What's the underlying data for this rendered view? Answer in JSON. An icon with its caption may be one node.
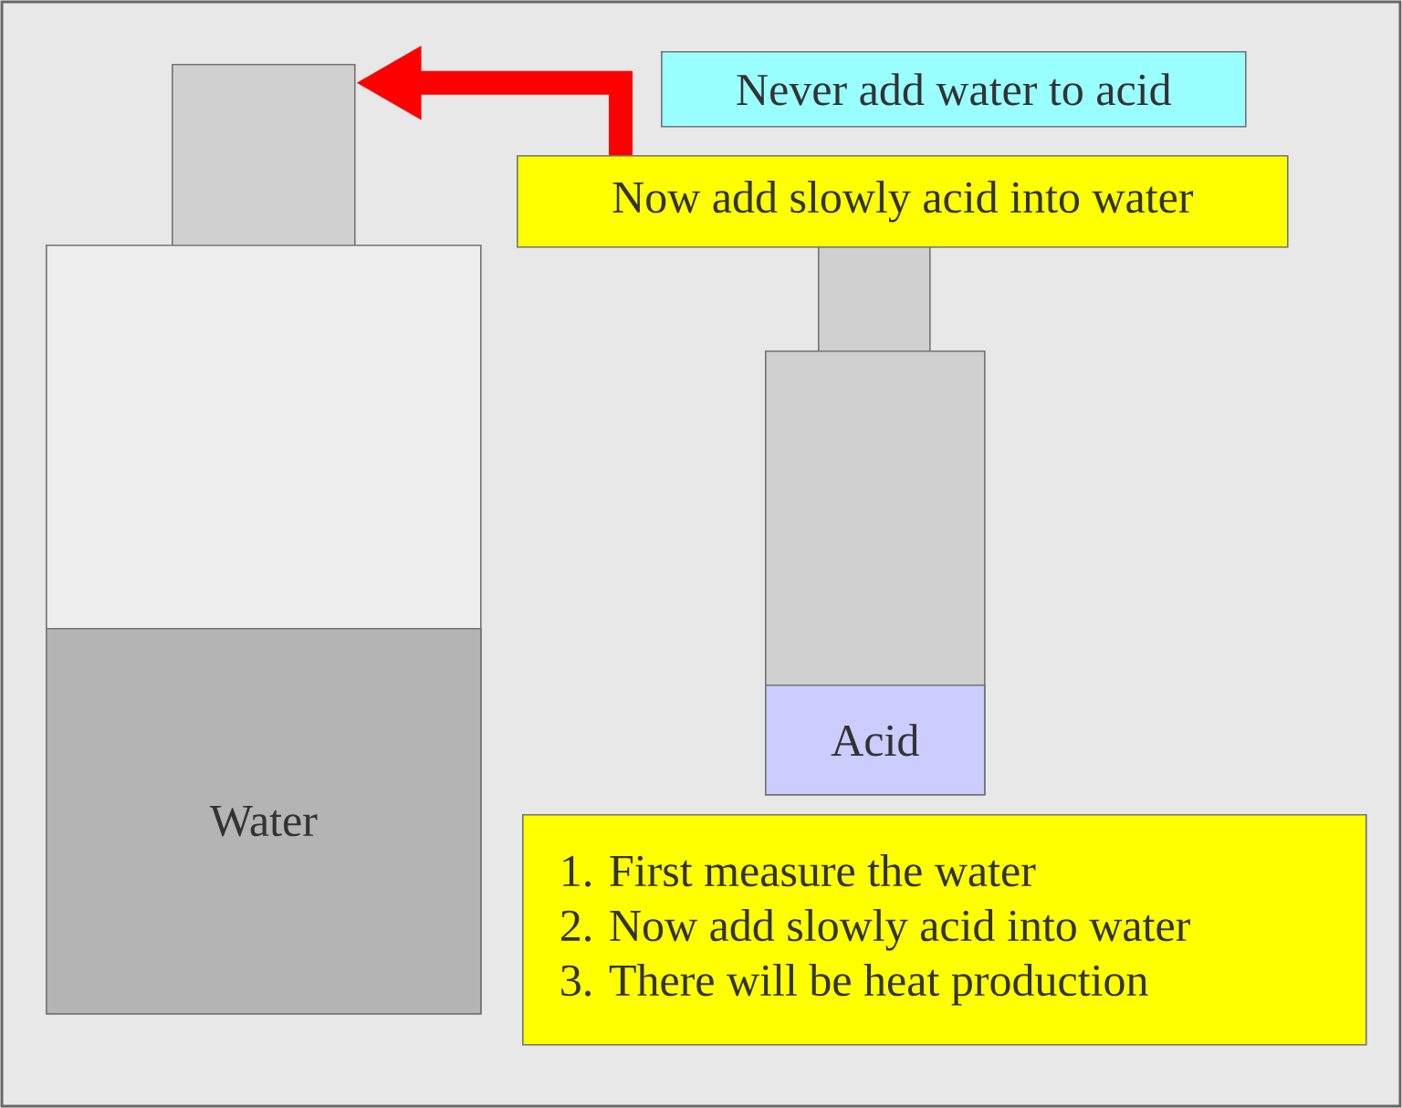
{
  "diagram": {
    "nodes": [
      {
        "text": [],
        "shape": "box"
      },
      {
        "text": [],
        "shape": "box"
      },
      {
        "text": [
          "Water"
        ],
        "in": 1
      },
      {
        "text": [
          "Never add water to acid"
        ]
      },
      {
        "text": [
          "Now add slowly acid into water"
        ]
      },
      {
        "text": [],
        "shape": "box"
      },
      {
        "text": [],
        "shape": "box"
      },
      {
        "text": [
          "Acid"
        ],
        "in": 6
      },
      {
        "text": [
          "1. First measure the water",
          "2. Now add slowly acid into water",
          "3. There will be heat production"
        ]
      }
    ],
    "edges": [
      {
        "from": 4,
        "to": 0,
        "arrow": "to",
        "color": "#ff0000"
      }
    ]
  }
}
